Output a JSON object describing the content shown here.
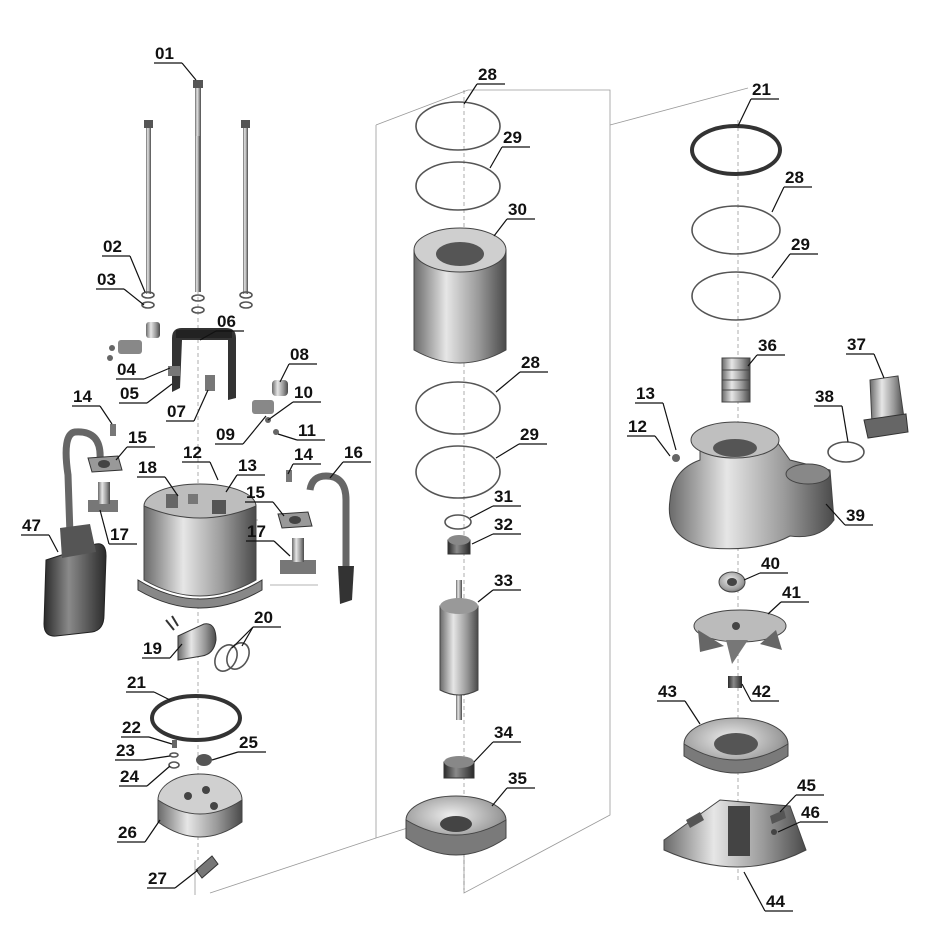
{
  "labels": {
    "l01": "01",
    "l02": "02",
    "l03": "03",
    "l04": "04",
    "l05": "05",
    "l06": "06",
    "l07": "07",
    "l08": "08",
    "l09": "09",
    "l10": "10",
    "l11": "11",
    "l12a": "12",
    "l13a": "13",
    "l14a": "14",
    "l15a": "15",
    "l16": "16",
    "l17a": "17",
    "l18": "18",
    "l19": "19",
    "l20": "20",
    "l21a": "21",
    "l22": "22",
    "l23": "23",
    "l24": "24",
    "l25": "25",
    "l26": "26",
    "l27": "27",
    "l47": "47",
    "l14b": "14",
    "l15b": "15",
    "l17b": "17",
    "l28a": "28",
    "l29a": "29",
    "l30": "30",
    "l28b": "28",
    "l29b": "29",
    "l31": "31",
    "l32": "32",
    "l33": "33",
    "l34": "34",
    "l35": "35",
    "l21b": "21",
    "l28c": "28",
    "l29c": "29",
    "l36": "36",
    "l37": "37",
    "l38": "38",
    "l13b": "13",
    "l12b": "12",
    "l39": "39",
    "l40": "40",
    "l41": "41",
    "l42": "42",
    "l43": "43",
    "l44": "44",
    "l45": "45",
    "l46": "46"
  },
  "colors": {
    "ink": "#111111",
    "part_light": "#d9d9d9",
    "part_mid": "#a6a6a6",
    "part_dark": "#4d4d4d",
    "guide": "#9a9a9a"
  }
}
